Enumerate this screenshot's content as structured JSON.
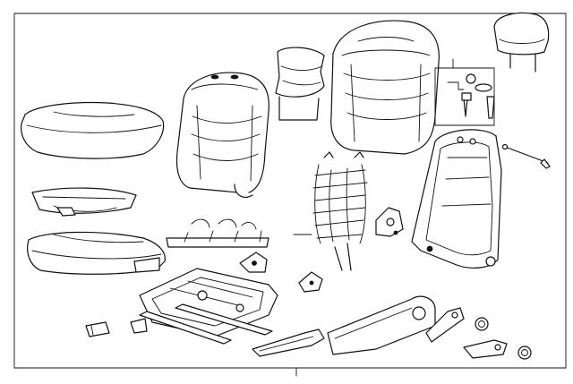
{
  "diagram": {
    "background": "#ffffff",
    "line_color": "#111111",
    "parts": [
      "seat-cushion-pad",
      "seat-cushion-foam",
      "seat-cushion-cover",
      "seat-back-cover",
      "lumbar-support-pad",
      "seat-back-foam-pad",
      "headrest",
      "headrest-guide-kit",
      "seat-back-frame",
      "wire-rod",
      "suspension-spring-mat",
      "recliner-bracket",
      "seat-cushion-frame-track",
      "seat-spring-assembly",
      "outer-side-shield",
      "inner-trim-panel",
      "trim-clips",
      "small-bracket",
      "clip-connector"
    ]
  }
}
